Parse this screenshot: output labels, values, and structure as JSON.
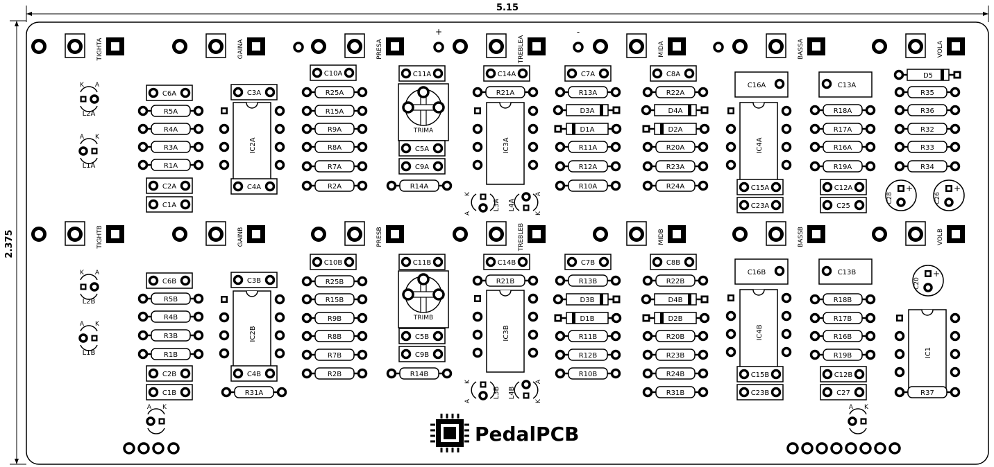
{
  "dimensions": {
    "width": "5.15",
    "height": "2.375"
  },
  "brand": {
    "name": "PedalPCB",
    "icon": "chip-icon"
  },
  "pots": [
    "TIGHTA",
    "GAINA",
    "PRESA",
    "TREBLEA",
    "MIDA",
    "BASSA",
    "VOLA",
    "TIGHTB",
    "GAINB",
    "PRESB",
    "TREBLEB",
    "MIDB",
    "BASSB",
    "VOLB"
  ],
  "marks": {
    "plus": "+",
    "minus": "-",
    "anode": "A",
    "cathode": "K"
  },
  "trimmers": [
    "TRIMA",
    "TRIMB"
  ],
  "ics": [
    "IC2A",
    "IC3A",
    "IC4A",
    "IC2B",
    "IC3B",
    "IC4B",
    "IC1"
  ],
  "resistors": [
    "R5A",
    "R4A",
    "R3A",
    "R1A",
    "R25A",
    "R15A",
    "R9A",
    "R8A",
    "R7A",
    "R2A",
    "R21A",
    "R14A",
    "R13A",
    "R11A",
    "R12A",
    "R10A",
    "R22A",
    "R20A",
    "R23A",
    "R24A",
    "R18A",
    "R17A",
    "R16A",
    "R19A",
    "R35",
    "R36",
    "R32",
    "R33",
    "R34",
    "R5B",
    "R4B",
    "R3B",
    "R1B",
    "R31A",
    "R25B",
    "R15B",
    "R9B",
    "R8B",
    "R7B",
    "R2B",
    "R21B",
    "R14B",
    "R13B",
    "R11B",
    "R12B",
    "R10B",
    "R22B",
    "R20B",
    "R23B",
    "R24B",
    "R31B",
    "R18B",
    "R17B",
    "R16B",
    "R19B",
    "R37"
  ],
  "caps": [
    "C6A",
    "C2A",
    "C1A",
    "C3A",
    "C4A",
    "C10A",
    "C11A",
    "C5A",
    "C9A",
    "C14A",
    "C7A",
    "C8A",
    "C16A",
    "C15A",
    "C23A",
    "C13A",
    "C12A",
    "C25",
    "C6B",
    "C2B",
    "C1B",
    "C3B",
    "C4B",
    "C10B",
    "C11B",
    "C5B",
    "C9B",
    "C14B",
    "C7B",
    "C8B",
    "C16B",
    "C15B",
    "C23B",
    "C13B",
    "C12B",
    "C27"
  ],
  "diodes": [
    "D3A",
    "D1A",
    "D4A",
    "D2A",
    "D5",
    "D3B",
    "D1B",
    "D4B",
    "D2B"
  ],
  "leds": [
    "L2A",
    "L1A",
    "L3A",
    "L4A",
    "L2B",
    "L1B",
    "L3B",
    "L4B"
  ],
  "electrolytics": [
    "C28",
    "C26",
    "C20"
  ]
}
